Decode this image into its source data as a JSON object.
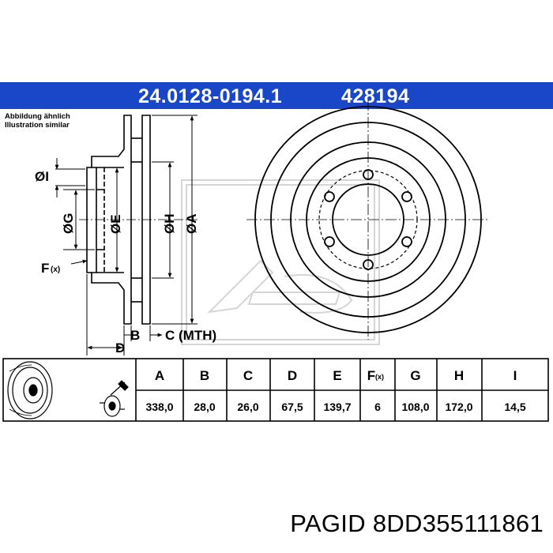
{
  "header": {
    "part_number": "24.0128-0194.1",
    "ref_number": "428194",
    "bar_color": "#1a47c8"
  },
  "note": {
    "line1": "Abbildung ähnlich",
    "line2": "Illustration similar"
  },
  "diagram_labels": {
    "dim_i": "ØI",
    "dim_g": "ØG",
    "dim_e": "ØE",
    "dim_h": "ØH",
    "dim_a": "ØA",
    "dim_f": "F",
    "dim_f_sub": "(x)",
    "dim_b": "B",
    "dim_c": "C (MTH)",
    "dim_d": "D"
  },
  "spec_table": {
    "headers": [
      "A",
      "B",
      "C",
      "D",
      "E",
      "F",
      "G",
      "H",
      "I"
    ],
    "f_header_sub": "(x)",
    "values": [
      "338,0",
      "28,0",
      "26,0",
      "67,5",
      "139,7",
      "6",
      "108,0",
      "172,0",
      "14,5"
    ]
  },
  "footer": {
    "text": "PAGID 8DD355111861"
  }
}
